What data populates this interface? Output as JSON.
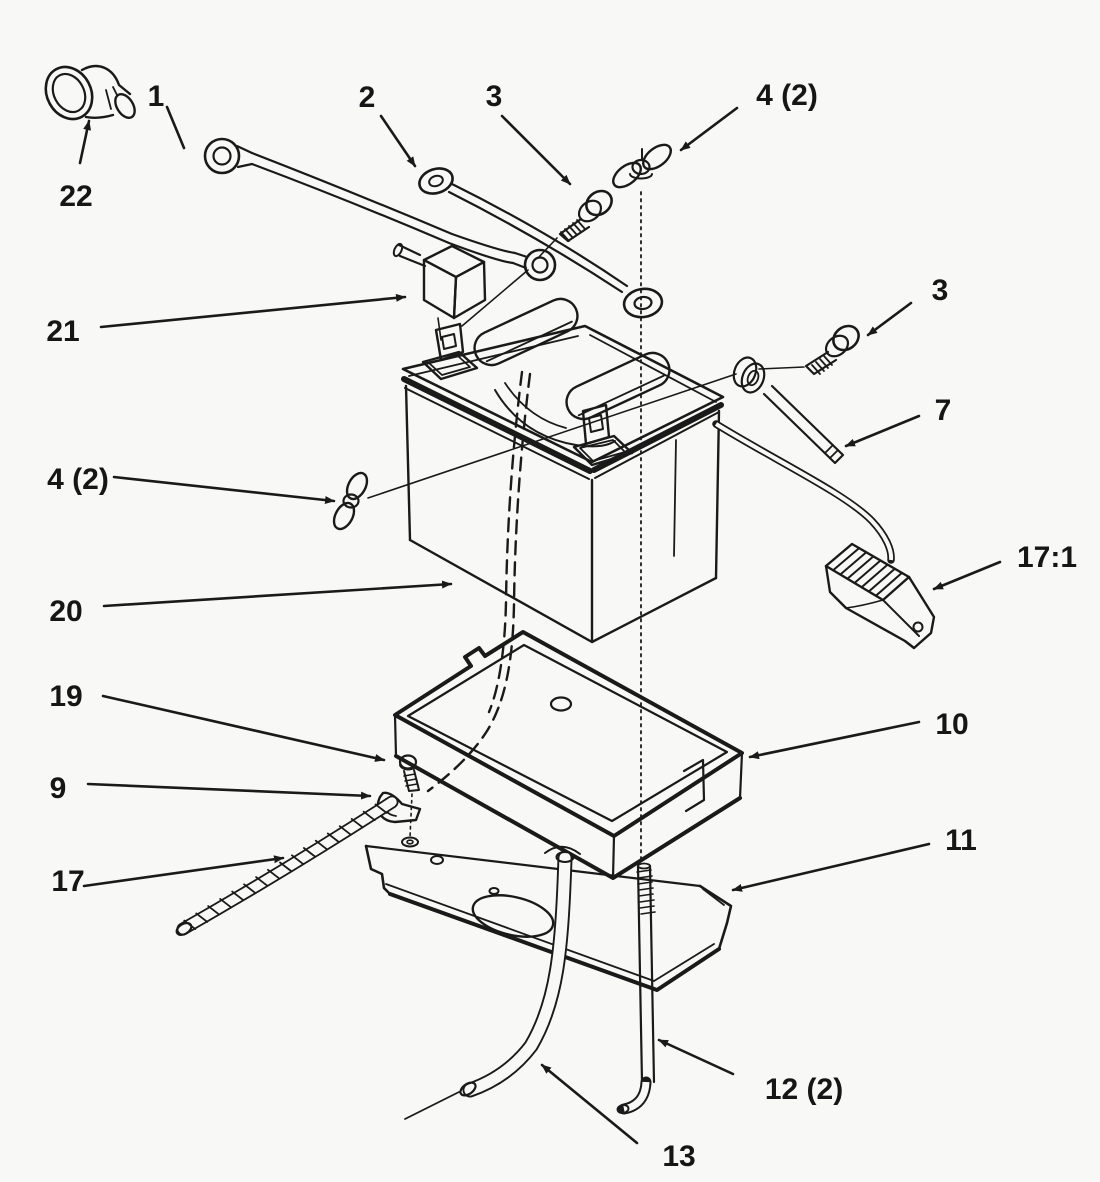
{
  "diagram": {
    "title": "exploded-parts-diagram-battery-assembly",
    "background_color": "#f8f8f6",
    "line_color": "#1a1a1a",
    "callouts": {
      "c1": {
        "text": "1"
      },
      "c2": {
        "text": "2"
      },
      "c3_top": {
        "text": "3"
      },
      "c3_right": {
        "text": "3"
      },
      "c4_top": {
        "text": "4 (2)"
      },
      "c4_left": {
        "text": "4 (2)"
      },
      "c7": {
        "text": "7"
      },
      "c9": {
        "text": "9"
      },
      "c10": {
        "text": "10"
      },
      "c11": {
        "text": "11"
      },
      "c12": {
        "text": "12 (2)"
      },
      "c13": {
        "text": "13"
      },
      "c17": {
        "text": "17"
      },
      "c17_1": {
        "text": "17:1"
      },
      "c19": {
        "text": "19"
      },
      "c20": {
        "text": "20"
      },
      "c21": {
        "text": "21"
      },
      "c22": {
        "text": "22"
      }
    }
  }
}
